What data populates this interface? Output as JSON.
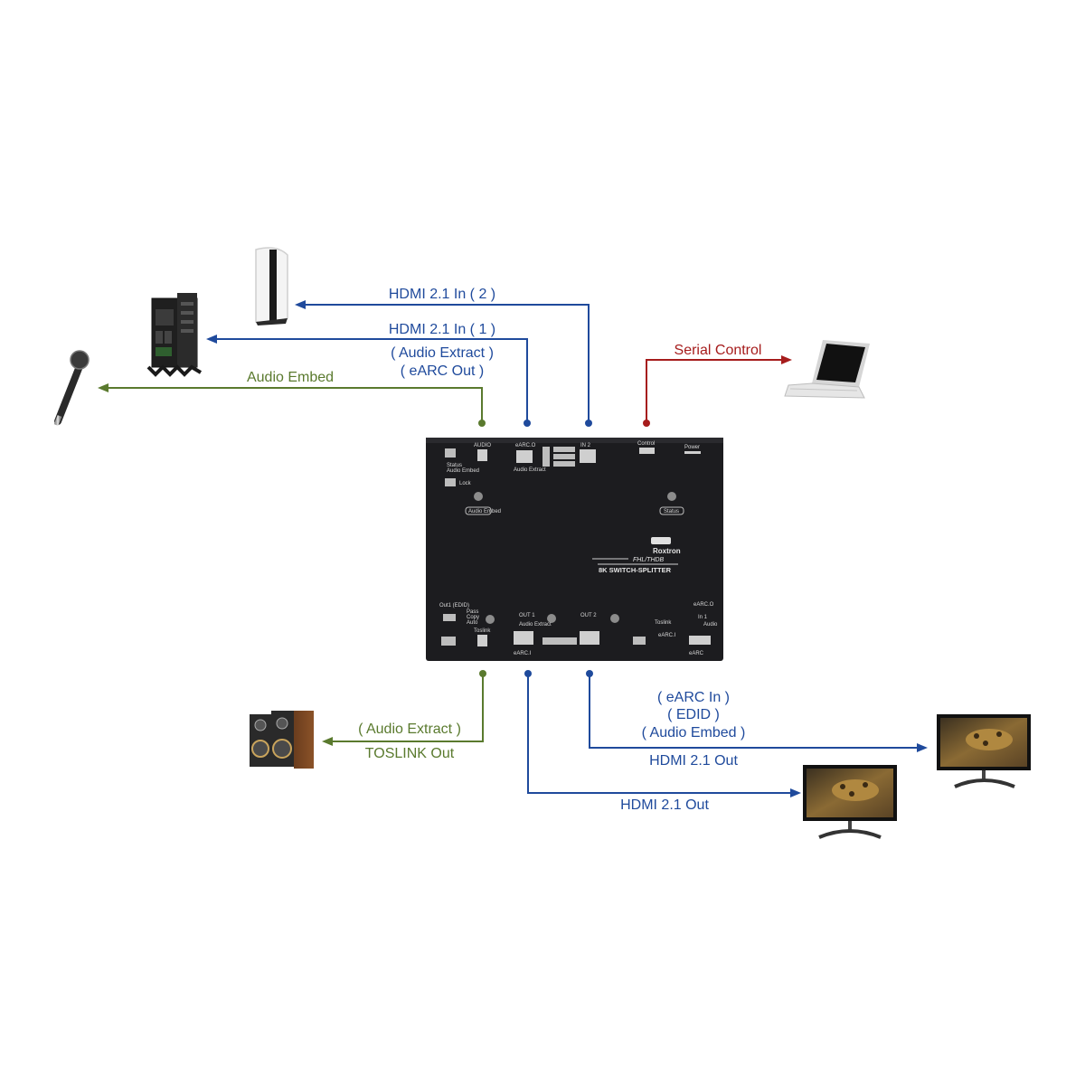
{
  "colors": {
    "hdmi": "#1f4a9c",
    "audio": "#5a7a2e",
    "serial": "#a61c1c",
    "device_body": "#1c1c1f",
    "background": "#ffffff"
  },
  "labels": {
    "hdmi_in_2": "HDMI 2.1 In ( 2 )",
    "hdmi_in_1": "HDMI 2.1 In ( 1 )",
    "audio_extract_in1": "( Audio Extract )",
    "earc_out": "( eARC Out )",
    "audio_embed": "Audio Embed",
    "serial_control": "Serial Control",
    "audio_extract_out": "( Audio Extract )",
    "toslink_out": "TOSLINK Out",
    "earc_in": "( eARC In )",
    "edid": "( EDID )",
    "audio_embed_out": "( Audio Embed )",
    "hdmi_out_2": "HDMI 2.1 Out",
    "hdmi_out_1": "HDMI 2.1 Out"
  },
  "device": {
    "brand": "Roxtron",
    "model": "FHL/THDB",
    "product": "8K SWITCH-SPLITTER",
    "top_panel": {
      "audio": "AUDIO",
      "status": "Status",
      "audio_embed": "Audio Embed",
      "lock": "Lock",
      "earc_o": "eARC.O",
      "audio_extract": "Audio Extract",
      "in_2": "IN 2",
      "control": "Control",
      "power": "Power",
      "audio_embed_btn": "Audio Embed",
      "status_btn": "Status"
    },
    "bottom_panel": {
      "out1_edid": "Out1 (EDID)",
      "pass": "Pass",
      "copy": "Copy",
      "auto": "Auto",
      "toslink": "Toslink",
      "out_1": "OUT 1",
      "audio_extract": "Audio Extract",
      "earc_i": "eARC.I",
      "out_2": "OUT 2",
      "earc_o": "eARC.O",
      "toslink_r": "Toslink",
      "in_1": "In 1",
      "audio": "Audio",
      "earc": "eARC",
      "earc_i_r": "eARC.I"
    }
  },
  "icons": {
    "microphone": "microphone-icon",
    "pc_tower": "pc-tower-icon",
    "game_console": "game-console-icon",
    "laptop": "laptop-icon",
    "speakers": "speakers-icon",
    "monitor": "monitor-icon"
  }
}
